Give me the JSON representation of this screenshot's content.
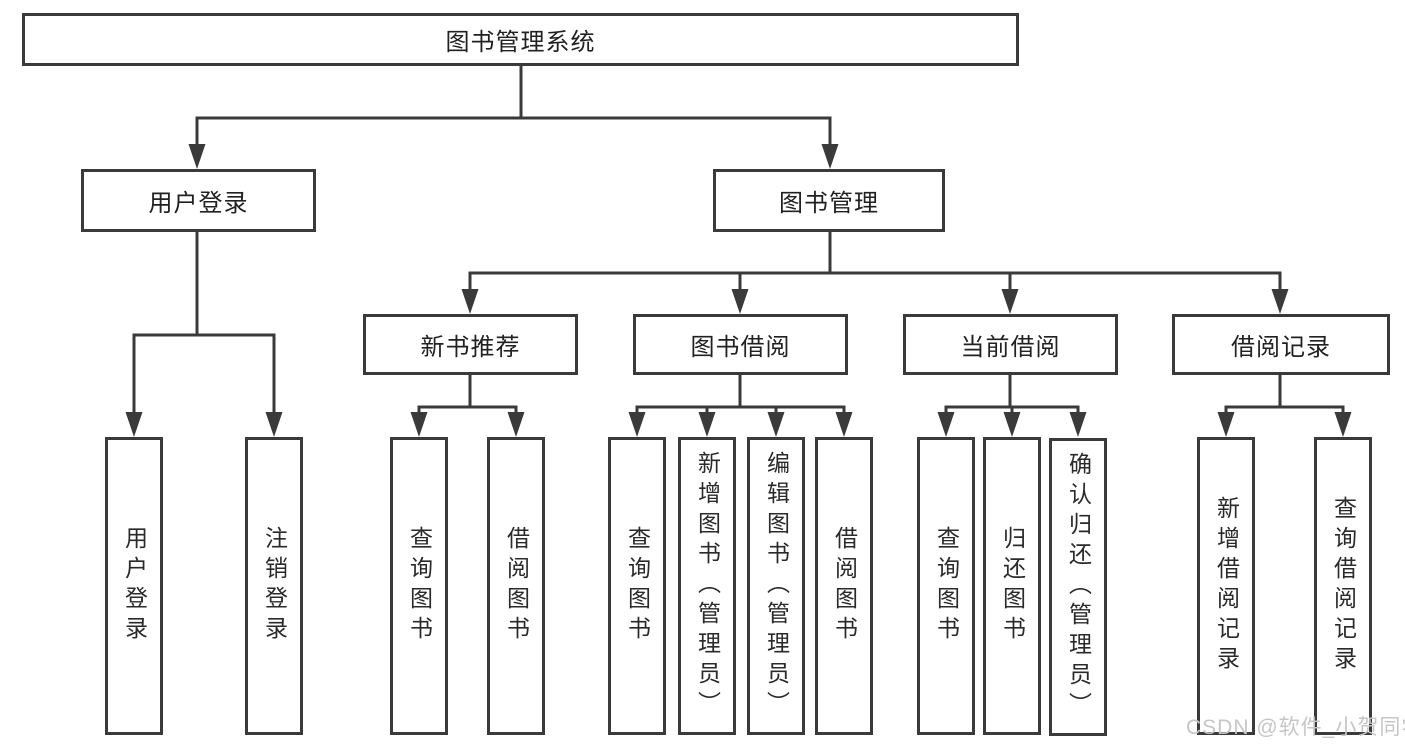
{
  "diagram": {
    "root_label": "图书管理系统",
    "branches": [
      {
        "label": "用户登录",
        "children": [
          {
            "label": "用户登录"
          },
          {
            "label": "注销登录"
          }
        ]
      },
      {
        "label": "图书管理",
        "sections": [
          {
            "label": "新书推荐",
            "children": [
              {
                "label": "查询图书"
              },
              {
                "label": "借阅图书"
              }
            ]
          },
          {
            "label": "图书借阅",
            "children": [
              {
                "label": "查询图书"
              },
              {
                "label": "新增图书（管理员）"
              },
              {
                "label": "编辑图书（管理员）"
              },
              {
                "label": "借阅图书"
              }
            ]
          },
          {
            "label": "当前借阅",
            "children": [
              {
                "label": "查询图书"
              },
              {
                "label": "归还图书"
              },
              {
                "label": "确认归还（管理员）"
              }
            ]
          },
          {
            "label": "借阅记录",
            "children": [
              {
                "label": "新增借阅记录"
              },
              {
                "label": "查询借阅记录"
              }
            ]
          }
        ]
      }
    ]
  },
  "watermark": {
    "text": "CSDN @软件_小贺同学"
  },
  "colors": {
    "line": "#3a3a3a",
    "text": "#212121",
    "watermark": "#c6c6c6",
    "background": "#ffffff"
  }
}
